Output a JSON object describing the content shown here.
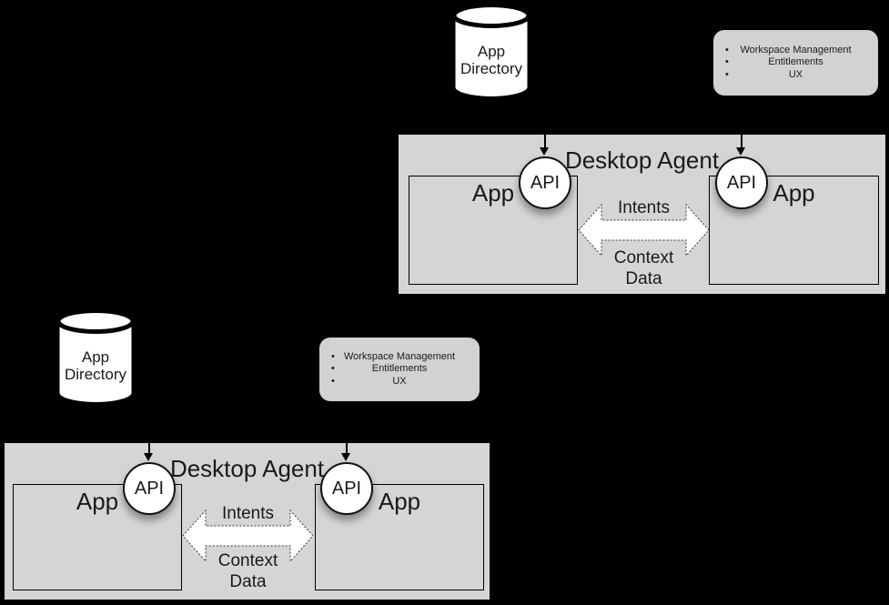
{
  "colors": {
    "background": "#000000",
    "box_fill": "#d5d5d5",
    "callout_fill": "#d2d2d2",
    "shape_fill": "#ffffff",
    "border": "#000000",
    "text": "#1a1a1a"
  },
  "diagrams": [
    {
      "position": "top-right",
      "app_directory": {
        "line1": "App",
        "line2": "Directory"
      },
      "callout": {
        "bullet": "•",
        "items": [
          "Workspace Management",
          "Entitlements",
          "UX"
        ]
      },
      "agent": {
        "title": "Desktop Agent",
        "left_app": {
          "label": "App",
          "api": "API"
        },
        "right_app": {
          "label": "App",
          "api": "API"
        },
        "channel": {
          "top_label": "Intents",
          "bottom_label_line1": "Context",
          "bottom_label_line2": "Data"
        }
      }
    },
    {
      "position": "bottom-left",
      "app_directory": {
        "line1": "App",
        "line2": "Directory"
      },
      "callout": {
        "bullet": "•",
        "items": [
          "Workspace Management",
          "Entitlements",
          "UX"
        ]
      },
      "agent": {
        "title": "Desktop Agent",
        "left_app": {
          "label": "App",
          "api": "API"
        },
        "right_app": {
          "label": "App",
          "api": "API"
        },
        "channel": {
          "top_label": "Intents",
          "bottom_label_line1": "Context",
          "bottom_label_line2": "Data"
        }
      }
    }
  ]
}
